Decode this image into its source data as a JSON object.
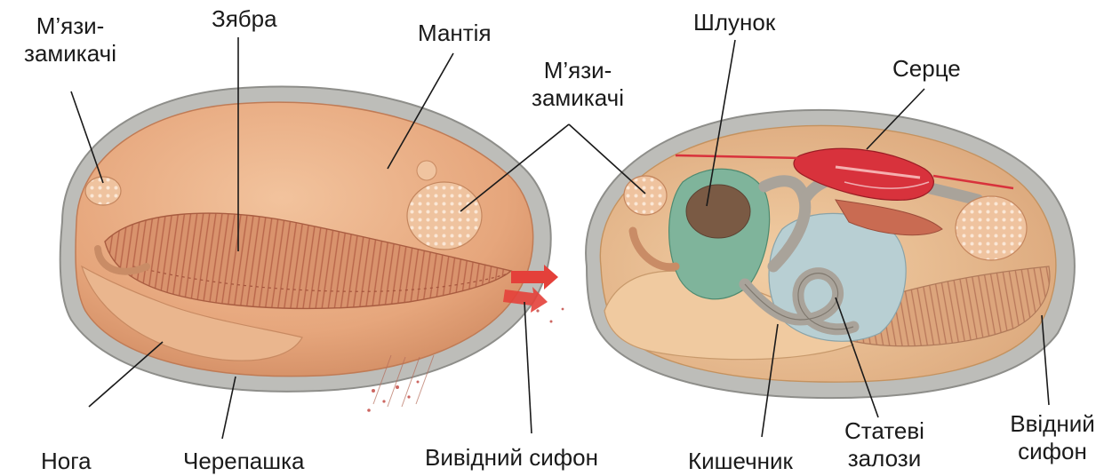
{
  "labels": {
    "muscles_left_1": "М’язи-",
    "muscles_left_2": "замикачі",
    "gill": "Зябра",
    "mantle": "Мантія",
    "muscles_mid_1": "М’язи-",
    "muscles_mid_2": "замикачі",
    "stomach": "Шлунок",
    "heart": "Серце",
    "foot": "Нога",
    "shell": "Черепашка",
    "outflow_siphon": "Вивідний сифон",
    "intestine": "Кишечник",
    "gonads_1": "Статеві",
    "gonads_2": "залози",
    "inflow_siphon_1": "Ввідний",
    "inflow_siphon_2": "сифон"
  },
  "colors": {
    "shell": "#b9b9b6",
    "mantle": "#e9b287",
    "gill": "#d78e69",
    "gill_stripe": "#b8654a",
    "stomach": "#7fb49b",
    "heart": "#d8323c",
    "intestine": "#a9a39a",
    "gonads": "#b8cfd3",
    "arrow": "#e4403a",
    "text": "#1a1a1a"
  }
}
